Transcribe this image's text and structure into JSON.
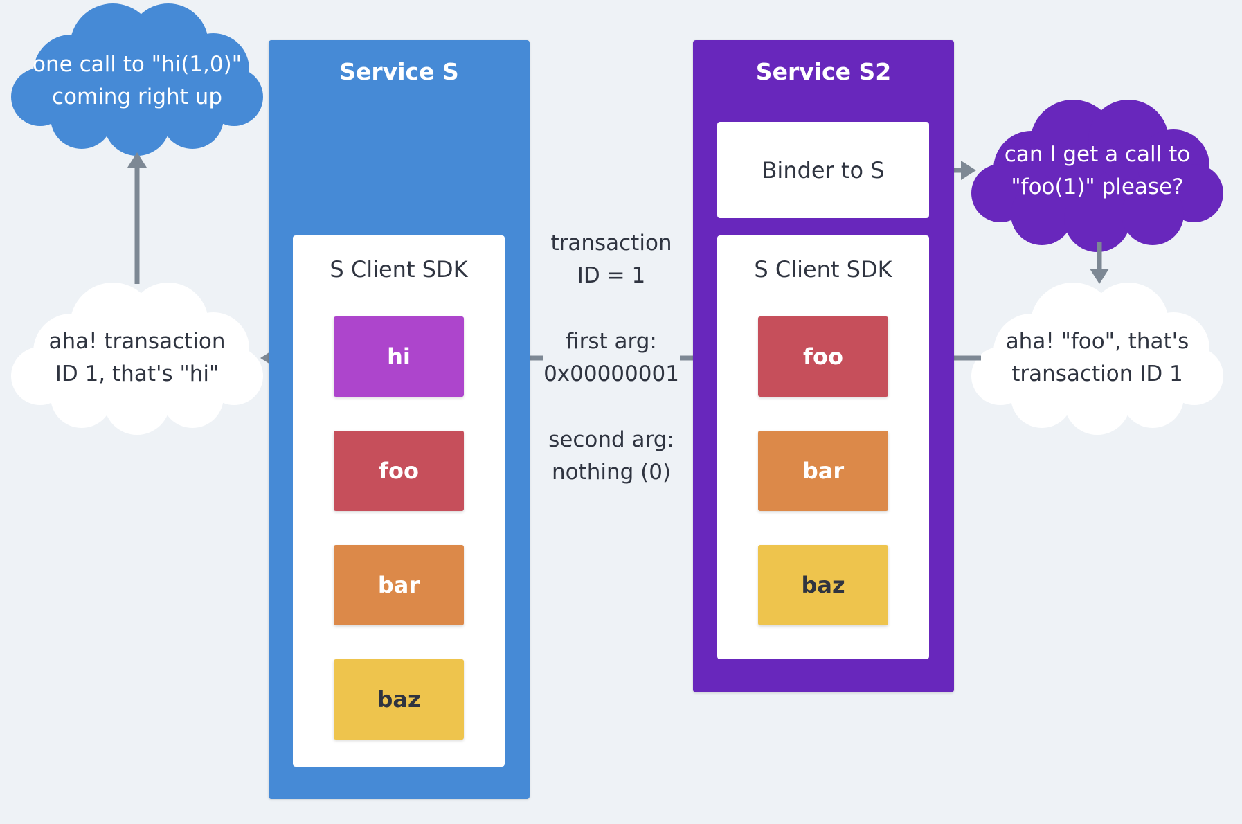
{
  "service_s": {
    "title": "Service S",
    "color": "#468ad6",
    "sdk_title": "S Client SDK",
    "methods": [
      {
        "label": "hi",
        "color": "#ad45cc",
        "text_color": "#ffffff"
      },
      {
        "label": "foo",
        "color": "#c64f5b",
        "text_color": "#ffffff"
      },
      {
        "label": "bar",
        "color": "#dc8949",
        "text_color": "#ffffff"
      },
      {
        "label": "baz",
        "color": "#eec44d",
        "text_color": "#2f3440"
      }
    ]
  },
  "service_s2": {
    "title": "Service S2",
    "color": "#6827bc",
    "binder_label": "Binder to S",
    "sdk_title": "S Client SDK",
    "methods": [
      {
        "label": "foo",
        "color": "#c64f5b",
        "text_color": "#ffffff"
      },
      {
        "label": "bar",
        "color": "#dc8949",
        "text_color": "#ffffff"
      },
      {
        "label": "baz",
        "color": "#eec44d",
        "text_color": "#2f3440"
      }
    ]
  },
  "transaction": {
    "id_line1": "transaction",
    "id_line2": "ID = 1",
    "first_arg_line1": "first arg:",
    "first_arg_line2": "0x00000001",
    "second_arg_line1": "second arg:",
    "second_arg_line2": "nothing (0)"
  },
  "bubbles": {
    "top_left": {
      "line1": "one call to \"hi(1,0)\"",
      "line2": "coming right up",
      "color": "#468ad6"
    },
    "mid_left": {
      "line1": "aha! transaction",
      "line2": "ID 1, that's \"hi\"",
      "color": "#ffffff"
    },
    "top_right": {
      "line1": "can I get a call to",
      "line2": "\"foo(1)\" please?",
      "color": "#6827bc"
    },
    "mid_right": {
      "line1": "aha! \"foo\", that's",
      "line2": "transaction ID 1",
      "color": "#ffffff"
    }
  },
  "arrow_color": "#7d8894"
}
